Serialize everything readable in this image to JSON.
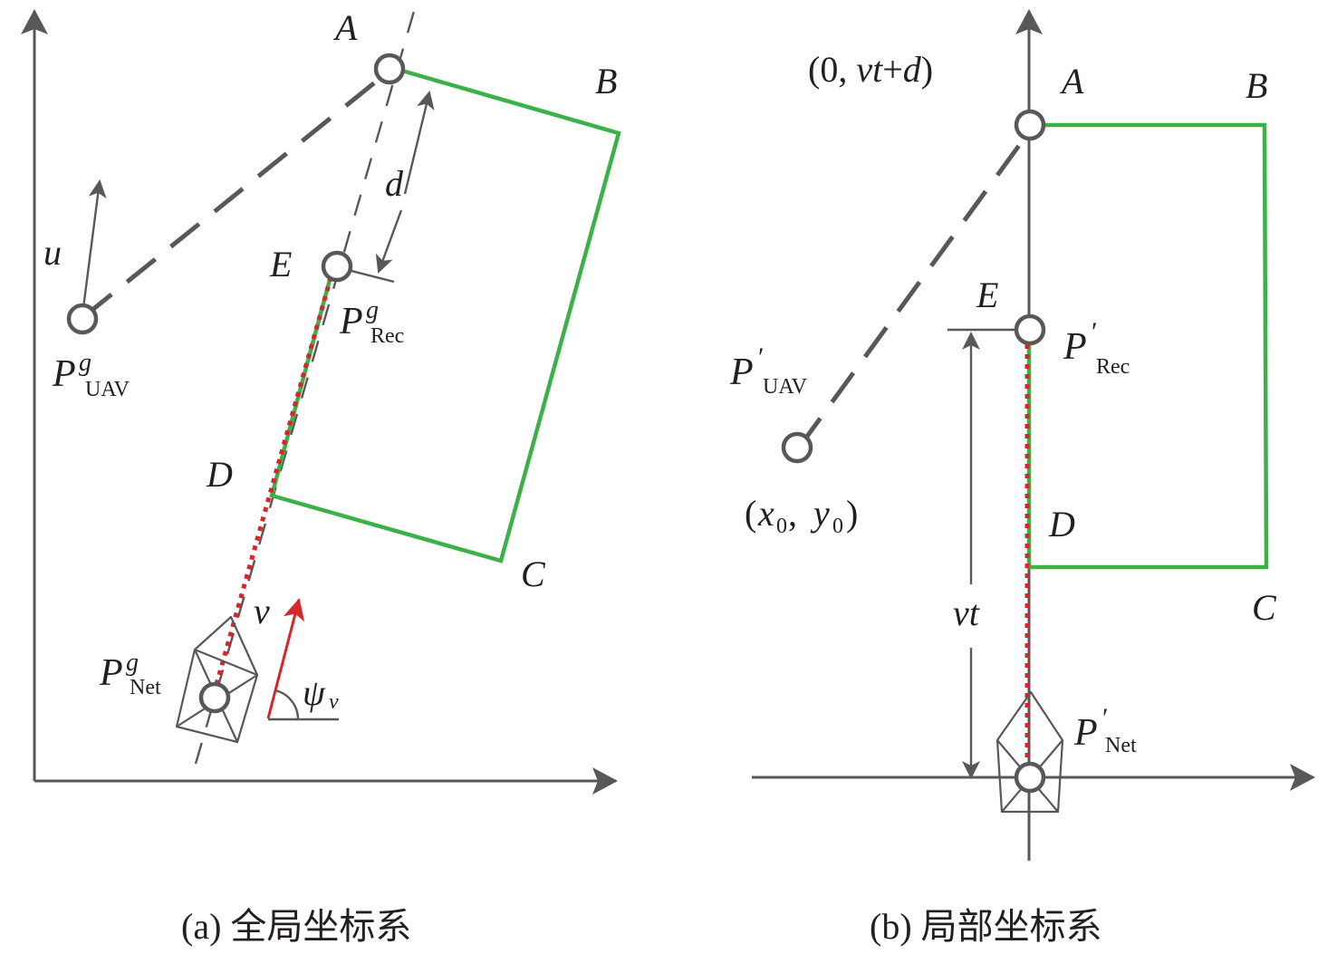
{
  "panel_a": {
    "labels": {
      "A": "A",
      "B": "B",
      "C": "C",
      "D": "D",
      "E": "E",
      "d": "d",
      "u": "u",
      "v": "v",
      "P": "P",
      "uav_sup": "g",
      "uav_sub": "UAV",
      "rec_sup": "g",
      "rec_sub": "Rec",
      "net_sup": "g",
      "net_sub": "Net",
      "psi": "ψ",
      "psi_sub": "v"
    },
    "caption": "(a) 全局坐标系"
  },
  "panel_b": {
    "labels": {
      "A": "A",
      "B": "B",
      "C": "C",
      "D": "D",
      "E": "E",
      "vt": "vt",
      "top_coord_pre": "(0, ",
      "top_coord_it": "vt",
      "top_coord_plus": "+",
      "top_coord_d": "d",
      "top_coord_post": ")",
      "start_open": "(",
      "start_x": "x",
      "start_x_sub": "0",
      "start_comma": ", ",
      "start_y": "y",
      "start_y_sub": "0",
      "start_close": ")",
      "P": "P",
      "prime": "′",
      "uav_sub": "UAV",
      "rec_sub": "Rec",
      "net_sub": "Net"
    },
    "caption": "(b) 局部坐标系"
  },
  "colors": {
    "axis": "#595757",
    "area_boundary": "#3cb049",
    "net_path": "#d7262b",
    "velocity_arrow": "#d7262b"
  }
}
